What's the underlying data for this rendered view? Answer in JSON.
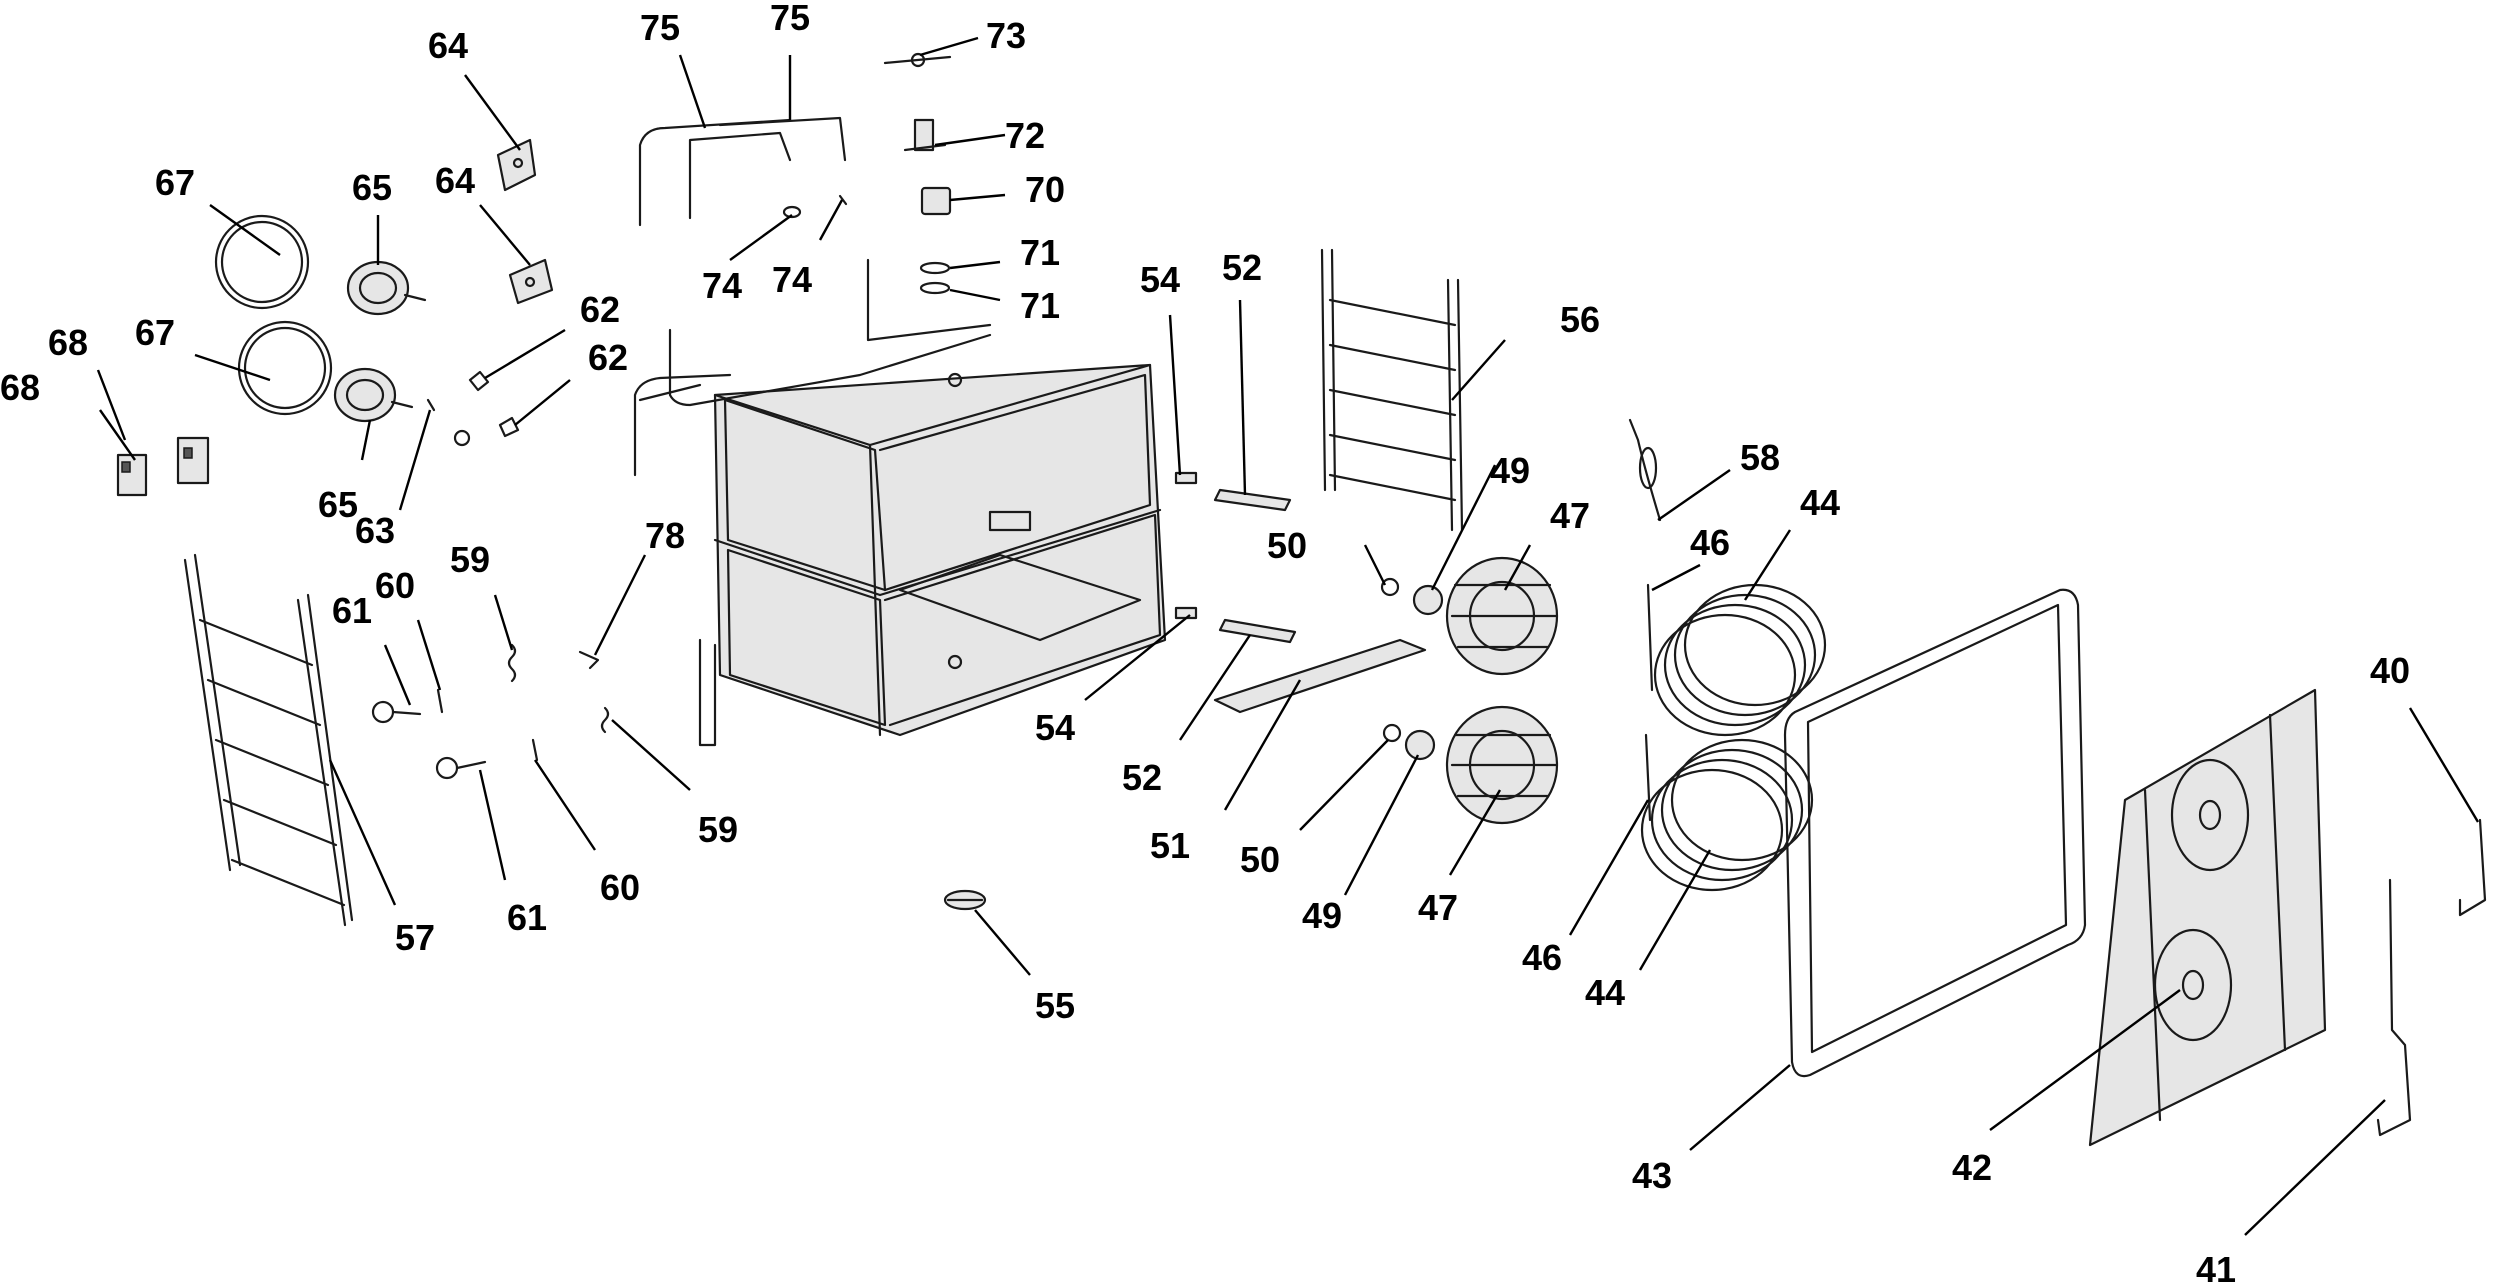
{
  "colors": {
    "line": "#1a1a1a",
    "background": "#ffffff",
    "fill": "#e6e6e6"
  },
  "callouts": [
    {
      "key": "c40",
      "label": "40"
    },
    {
      "key": "c41",
      "label": "41"
    },
    {
      "key": "c42",
      "label": "42"
    },
    {
      "key": "c43",
      "label": "43"
    },
    {
      "key": "c44a",
      "label": "44"
    },
    {
      "key": "c44b",
      "label": "44"
    },
    {
      "key": "c46a",
      "label": "46"
    },
    {
      "key": "c46b",
      "label": "46"
    },
    {
      "key": "c47a",
      "label": "47"
    },
    {
      "key": "c47b",
      "label": "47"
    },
    {
      "key": "c49a",
      "label": "49"
    },
    {
      "key": "c49b",
      "label": "49"
    },
    {
      "key": "c50a",
      "label": "50"
    },
    {
      "key": "c50b",
      "label": "50"
    },
    {
      "key": "c51",
      "label": "51"
    },
    {
      "key": "c52a",
      "label": "52"
    },
    {
      "key": "c52b",
      "label": "52"
    },
    {
      "key": "c54a",
      "label": "54"
    },
    {
      "key": "c54b",
      "label": "54"
    },
    {
      "key": "c55",
      "label": "55"
    },
    {
      "key": "c56",
      "label": "56"
    },
    {
      "key": "c57",
      "label": "57"
    },
    {
      "key": "c58",
      "label": "58"
    },
    {
      "key": "c59a",
      "label": "59"
    },
    {
      "key": "c59b",
      "label": "59"
    },
    {
      "key": "c60a",
      "label": "60"
    },
    {
      "key": "c60b",
      "label": "60"
    },
    {
      "key": "c61a",
      "label": "61"
    },
    {
      "key": "c61b",
      "label": "61"
    },
    {
      "key": "c62a",
      "label": "62"
    },
    {
      "key": "c62b",
      "label": "62"
    },
    {
      "key": "c63",
      "label": "63"
    },
    {
      "key": "c64a",
      "label": "64"
    },
    {
      "key": "c64b",
      "label": "64"
    },
    {
      "key": "c65a",
      "label": "65"
    },
    {
      "key": "c65b",
      "label": "65"
    },
    {
      "key": "c67a",
      "label": "67"
    },
    {
      "key": "c67b",
      "label": "67"
    },
    {
      "key": "c68a",
      "label": "68"
    },
    {
      "key": "c68b",
      "label": "68"
    },
    {
      "key": "c70",
      "label": "70"
    },
    {
      "key": "c71a",
      "label": "71"
    },
    {
      "key": "c71b",
      "label": "71"
    },
    {
      "key": "c72",
      "label": "72"
    },
    {
      "key": "c73",
      "label": "73"
    },
    {
      "key": "c74a",
      "label": "74"
    },
    {
      "key": "c74b",
      "label": "74"
    },
    {
      "key": "c75a",
      "label": "75"
    },
    {
      "key": "c75b",
      "label": "75"
    },
    {
      "key": "c78",
      "label": "78"
    }
  ]
}
